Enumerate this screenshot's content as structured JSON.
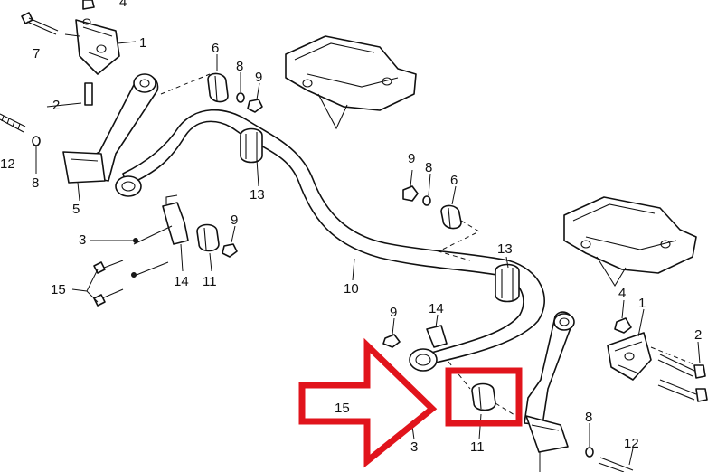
{
  "figure": {
    "callouts": [
      {
        "id": "c-4a",
        "text": "4"
      },
      {
        "id": "c-1a",
        "text": "1"
      },
      {
        "id": "c-7",
        "text": "7"
      },
      {
        "id": "c-2a",
        "text": "2"
      },
      {
        "id": "c-6a",
        "text": "6"
      },
      {
        "id": "c-8a",
        "text": "8"
      },
      {
        "id": "c-9a",
        "text": "9"
      },
      {
        "id": "c-12a",
        "text": "12"
      },
      {
        "id": "c-8b",
        "text": "8"
      },
      {
        "id": "c-5",
        "text": "5"
      },
      {
        "id": "c-13a",
        "text": "13"
      },
      {
        "id": "c-9b",
        "text": "9"
      },
      {
        "id": "c-8c",
        "text": "8"
      },
      {
        "id": "c-6b",
        "text": "6"
      },
      {
        "id": "c-3a",
        "text": "3"
      },
      {
        "id": "c-9c",
        "text": "9"
      },
      {
        "id": "c-14a",
        "text": "14"
      },
      {
        "id": "c-11a",
        "text": "11"
      },
      {
        "id": "c-15a",
        "text": "15"
      },
      {
        "id": "c-10",
        "text": "10"
      },
      {
        "id": "c-13b",
        "text": "13"
      },
      {
        "id": "c-4b",
        "text": "4"
      },
      {
        "id": "c-1b",
        "text": "1"
      },
      {
        "id": "c-9d",
        "text": "9"
      },
      {
        "id": "c-14b",
        "text": "14"
      },
      {
        "id": "c-2b",
        "text": "2"
      },
      {
        "id": "c-15b",
        "text": "15"
      },
      {
        "id": "c-3b",
        "text": "3"
      },
      {
        "id": "c-11b",
        "text": "11"
      },
      {
        "id": "c-8d",
        "text": "8"
      },
      {
        "id": "c-12b",
        "text": "12"
      }
    ],
    "highlight": {
      "color": "#e1141c",
      "target_part": "11"
    }
  }
}
